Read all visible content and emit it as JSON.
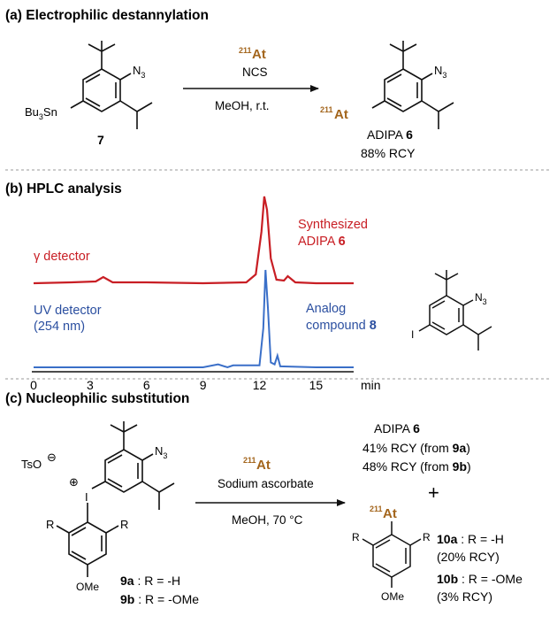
{
  "colors": {
    "astatine": "#a3651c",
    "gamma_trace": "#c81e24",
    "uv_trace": "#3a6fc8",
    "uv_label": "#2b4fa0",
    "ink": "#111111",
    "divider": "#9a9a9a"
  },
  "section_a": {
    "title": "(a) Electrophilic destannylation",
    "reagent_mass": "211",
    "reagent_element": "At",
    "reagent_2": "NCS",
    "conditions": "MeOH, r.t.",
    "sm_substituent": "Bu3Sn",
    "sm_azide": "N3",
    "sm_number": "7",
    "product_mass": "211",
    "product_element": "At",
    "product_azide": "N3",
    "product_name": "ADIPA",
    "product_number": "6",
    "yield": "88% RCY"
  },
  "section_b": {
    "title": "(b) HPLC analysis",
    "gamma_label": "γ detector",
    "gamma_peak_label_line1": "Synthesized",
    "gamma_peak_label_line2": "ADIPA",
    "gamma_peak_number": "6",
    "uv_label_line1": "UV detector",
    "uv_label_line2": "(254 nm)",
    "uv_peak_label_line1": "Analog",
    "uv_peak_label_line2": "compound",
    "uv_peak_number": "8",
    "x_ticks": [
      "0",
      "3",
      "6",
      "9",
      "12",
      "15"
    ],
    "x_unit": "min",
    "analog_substituent": "I",
    "analog_azide": "N3"
  },
  "section_c": {
    "title": "(c) Nucleophilic substitution",
    "counterion": "TsO",
    "counterion_charge": "⊖",
    "iodonium_charge": "⊕",
    "iodine": "I",
    "azide": "N3",
    "r_left": "R",
    "r_right": "R",
    "ome": "OMe",
    "sub_9a_num": "9a",
    "sub_9a_text": " : R = -H",
    "sub_9b_num": "9b",
    "sub_9b_text": " : R = -OMe",
    "reagent_mass": "211",
    "reagent_element": "At",
    "reagent_2": "Sodium ascorbate",
    "conditions": "MeOH, 70 °C",
    "product_name": "ADIPA",
    "product_number": "6",
    "yield_9a_pre": "41% RCY (from ",
    "yield_9a_num": "9a",
    "yield_9a_post": ")",
    "yield_9b_pre": "48% RCY (from ",
    "yield_9b_num": "9b",
    "yield_9b_post": ")",
    "plus": "+",
    "byproduct_mass": "211",
    "byproduct_element": "At",
    "byproduct_r_left": "R",
    "byproduct_r_right": "R",
    "byproduct_ome": "OMe",
    "bp_10a_num": "10a",
    "bp_10a_text": " : R = -H",
    "bp_10a_yield": "(20% RCY)",
    "bp_10b_num": "10b",
    "bp_10b_text": " : R = -OMe",
    "bp_10b_yield": "(3% RCY)"
  },
  "chart_data": {
    "type": "line",
    "title": "",
    "xlabel": "min",
    "ylabel": "",
    "x_ticks": [
      0,
      3,
      6,
      9,
      12,
      15
    ],
    "xlim": [
      0,
      17
    ],
    "series": [
      {
        "name": "γ detector",
        "x": [
          0,
          2,
          3.3,
          3.7,
          4.2,
          6,
          9,
          11.3,
          11.8,
          12.1,
          12.25,
          12.4,
          12.6,
          12.9,
          13.3,
          13.5,
          13.9,
          15,
          17
        ],
        "values": [
          0.02,
          0.03,
          0.04,
          0.09,
          0.03,
          0.03,
          0.02,
          0.03,
          0.12,
          0.6,
          1.0,
          0.85,
          0.3,
          0.06,
          0.05,
          0.1,
          0.03,
          0.02,
          0.02
        ]
      },
      {
        "name": "UV detector",
        "x": [
          0,
          3,
          6,
          9,
          9.8,
          10.3,
          10.6,
          12.0,
          12.2,
          12.32,
          12.45,
          12.6,
          12.8,
          12.95,
          13.1,
          15,
          17
        ],
        "values": [
          0.0,
          0.0,
          0.0,
          0.0,
          0.03,
          0.0,
          0.02,
          0.02,
          0.4,
          1.0,
          0.6,
          0.05,
          0.03,
          0.12,
          0.01,
          0.0,
          0.0
        ]
      }
    ]
  }
}
